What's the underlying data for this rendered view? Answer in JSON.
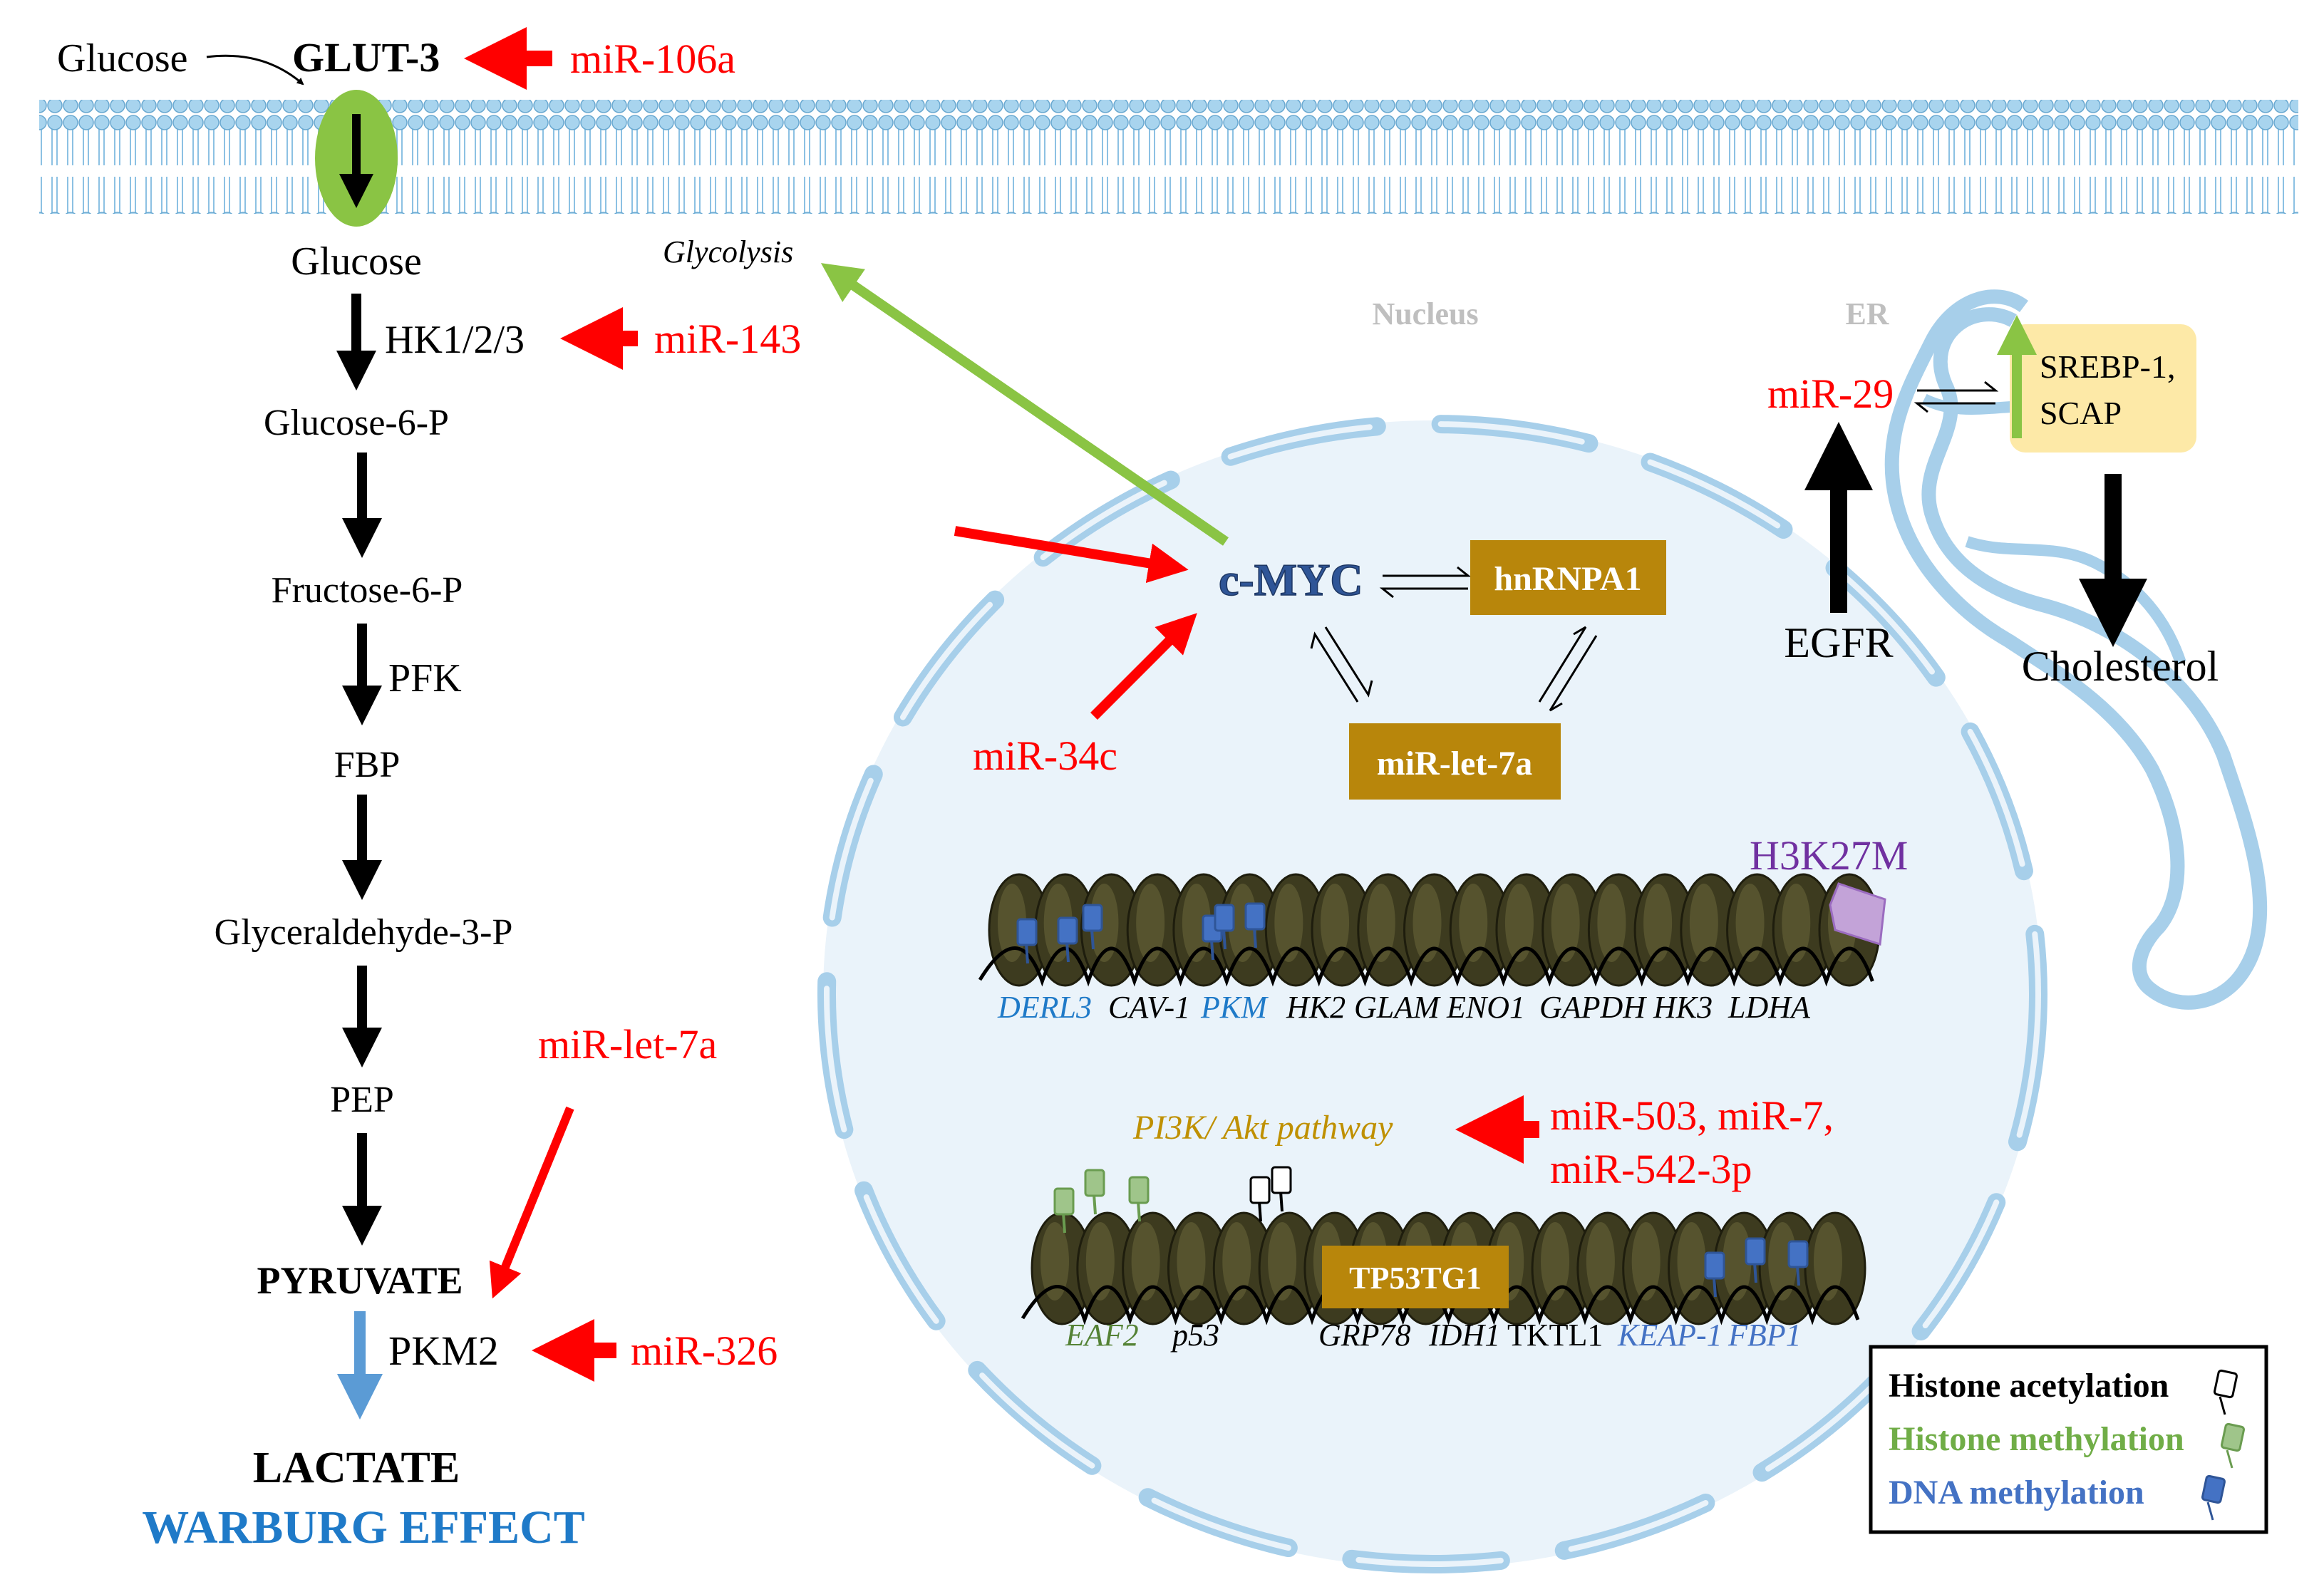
{
  "colors": {
    "red": "#ff0000",
    "black": "#000000",
    "blue_label": "#1f7ac8",
    "green_arrow": "#8ac444",
    "membrane_blue": "#a8d4ee",
    "membrane_dark": "#6aa9d1",
    "gold_box": "#b8860b",
    "pale_yellow": "#fde9a7",
    "purple": "#7030a0",
    "green_text": "#548235",
    "dna_blue": "#4472c4",
    "histone_green": "#9fc58a"
  },
  "membrane": {
    "glucose_outside": "Glucose",
    "transporter": "GLUT-3",
    "mir_transporter": "miR-106a"
  },
  "glycolysis": {
    "glucose": "Glucose",
    "hk": "HK1/2/3",
    "mir_hk": "miR-143",
    "g6p": "Glucose-6-P",
    "f6p": "Fructose-6-P",
    "pfk": "PFK",
    "fbp": "FBP",
    "g3p": "Glyceraldehyde-3-P",
    "pep": "PEP",
    "pyruvate": "PYRUVATE",
    "pkm2": "PKM2",
    "mir_pkm2": "miR-326",
    "mir_let7a": "miR-let-7a",
    "lactate": "LACTATE",
    "warburg": "WARBURG EFFECT"
  },
  "nucleus": {
    "label": "Nucleus",
    "glycolysis_label": "Glycolysis",
    "cmyc": "c-MYC",
    "hnrnpa1": "hnRNPA1",
    "let7a_box": "miR-let-7a",
    "mir34c": "miR-34c",
    "h3k27m": "H3K27M",
    "genes_row1": [
      "DERL3",
      "CAV-1",
      "PKM",
      "HK2",
      "GLAM",
      "ENO1",
      "GAPDH",
      "HK3",
      "LDHA"
    ],
    "pi3k": "PI3K/ Akt pathway",
    "mir_pi3k_line1": "miR-503, miR-7,",
    "mir_pi3k_line2": "miR-542-3p",
    "tp53tg1": "TP53TG1",
    "genes_row2": [
      "EAF2",
      "p53",
      "GRP78",
      "IDH1",
      "TKTL1",
      "KEAP-1",
      "FBP1"
    ]
  },
  "er": {
    "label": "ER",
    "mir29": "miR-29",
    "srebp_line1": "SREBP-1,",
    "srebp_line2": "SCAP",
    "egfr": "EGFR",
    "cholesterol": "Cholesterol"
  },
  "legend": {
    "acetylation": "Histone acetylation",
    "methylation": "Histone methylation",
    "dna_methylation": "DNA methylation"
  }
}
